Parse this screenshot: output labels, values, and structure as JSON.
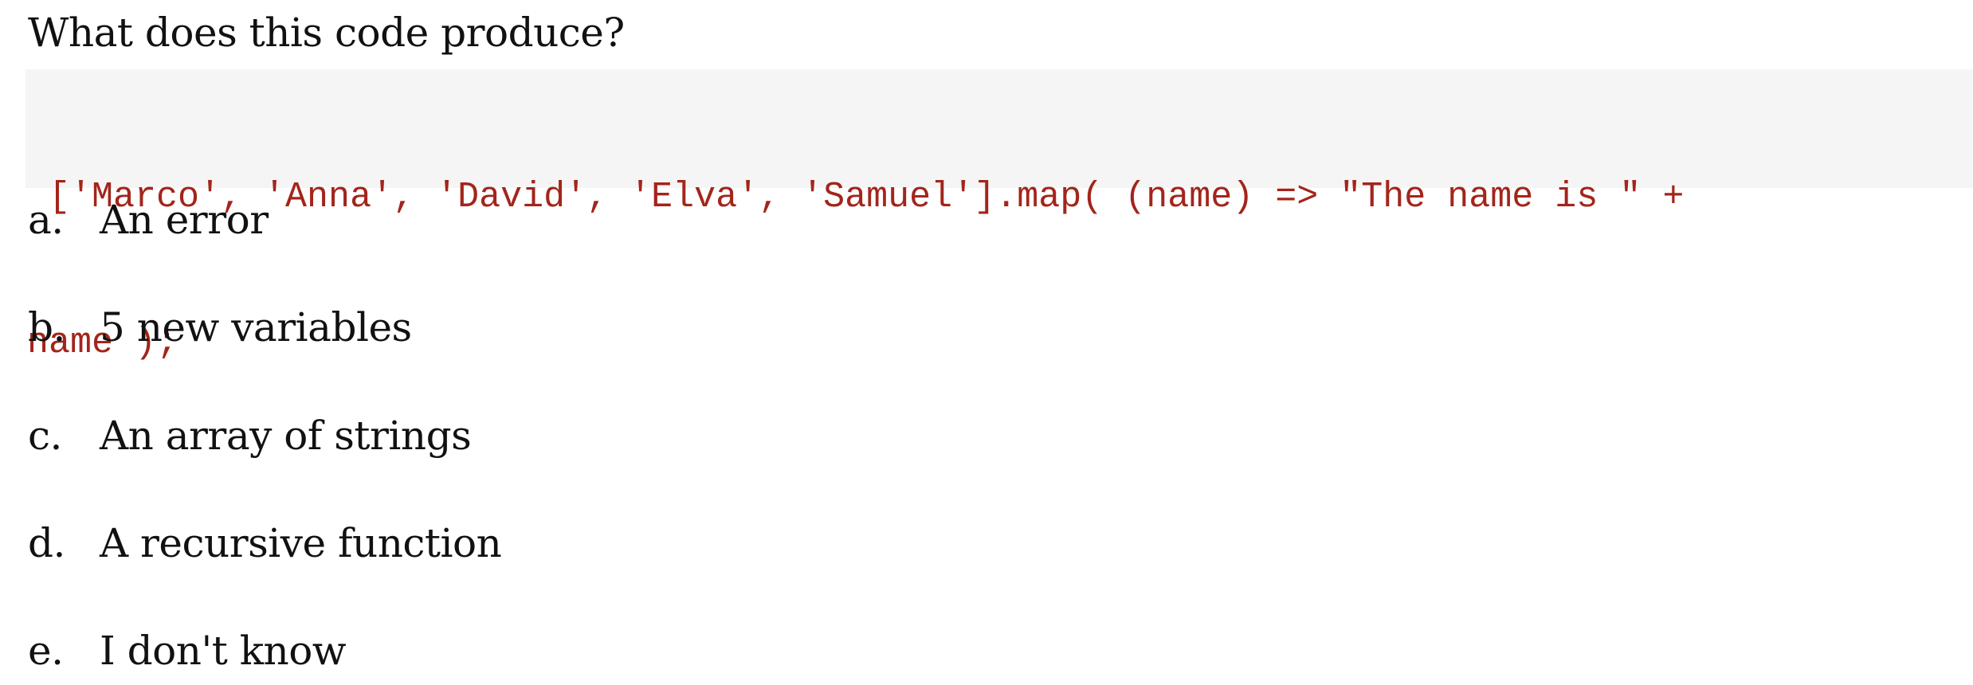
{
  "question": "What does this code produce?",
  "code": {
    "line1": " ['Marco', 'Anna', 'David', 'Elva', 'Samuel'].map( (name) => \"The name is \" +",
    "line2": "name );",
    "color": "#a3251b",
    "background": "#f5f5f5"
  },
  "options": [
    {
      "letter": "a.",
      "text": "An error"
    },
    {
      "letter": "b.",
      "text": "5 new variables"
    },
    {
      "letter": "c.",
      "text": "An array of strings"
    },
    {
      "letter": "d.",
      "text": "A recursive function"
    },
    {
      "letter": "e.",
      "text": "I don't know"
    }
  ]
}
